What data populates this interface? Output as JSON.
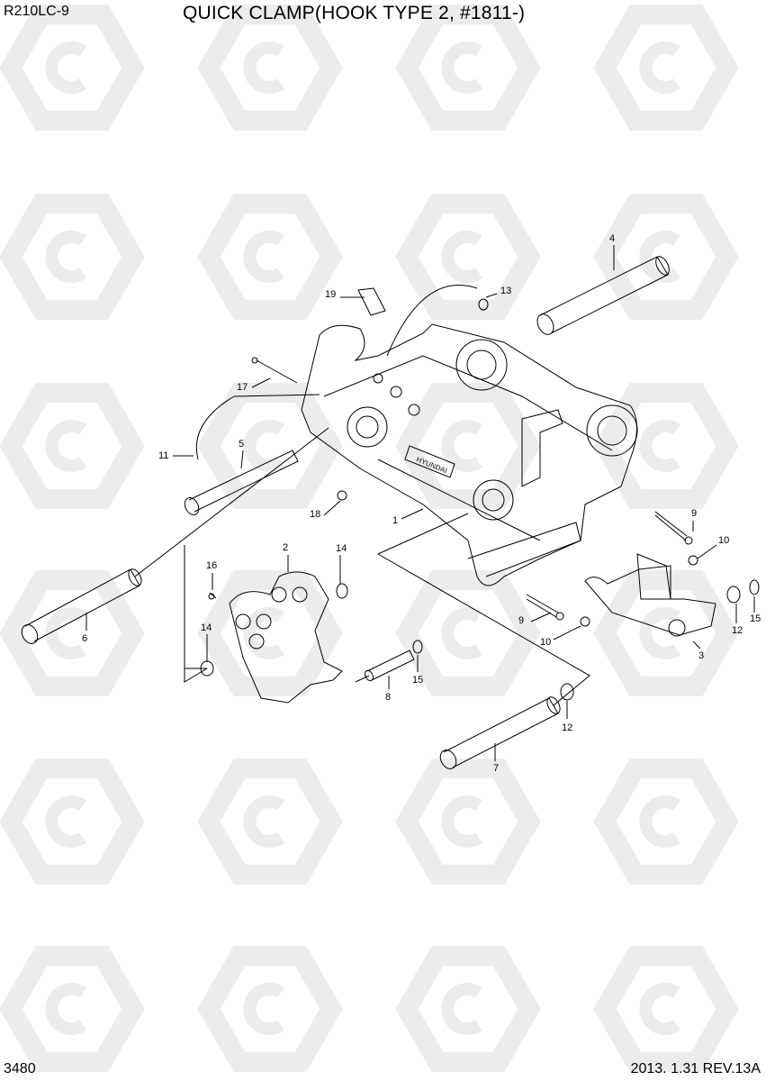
{
  "header": {
    "model": "R210LC-9",
    "title": "QUICK CLAMP(HOOK TYPE 2, #1811-)"
  },
  "footer": {
    "page_number": "3480",
    "revision": "2013. 1.31  REV.13A"
  },
  "diagram": {
    "frame_logo": "HYUNDAI",
    "callouts": [
      "4",
      "13",
      "19",
      "17",
      "11",
      "5",
      "18",
      "1",
      "9",
      "10",
      "2",
      "14",
      "16",
      "6",
      "14",
      "8",
      "15",
      "9",
      "10",
      "12",
      "15",
      "3",
      "12",
      "7"
    ]
  },
  "watermark": {
    "icon": "hyundai-hex-logo",
    "color": "#ececec"
  }
}
